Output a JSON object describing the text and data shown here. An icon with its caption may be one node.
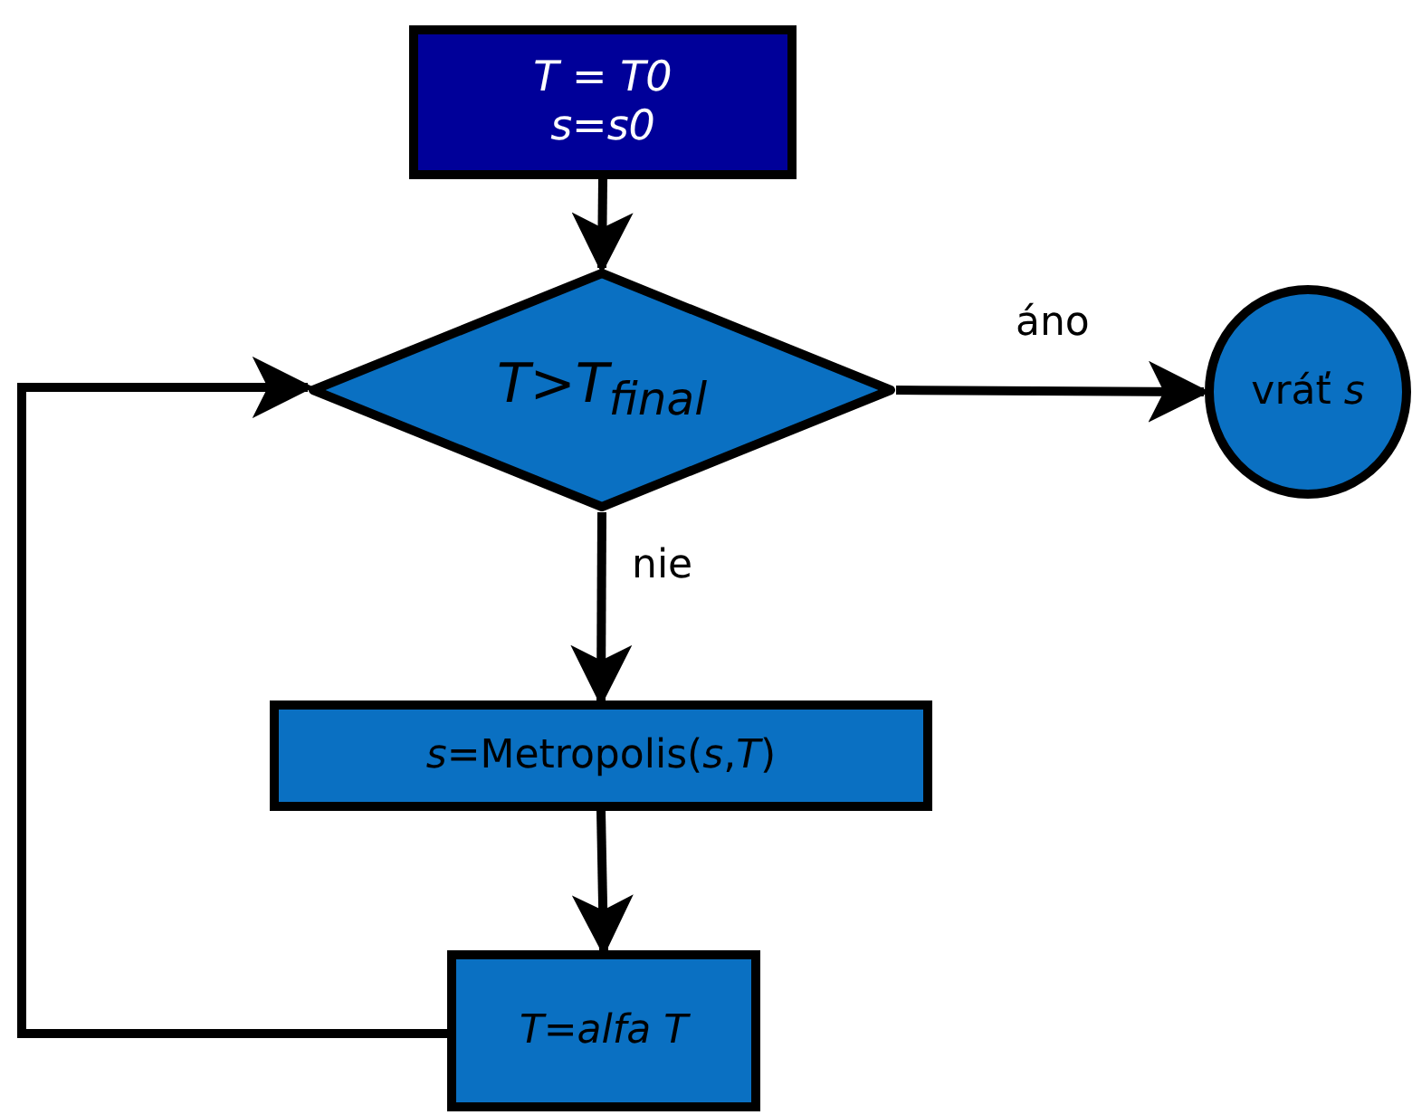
{
  "diagram": {
    "nodes": [
      {
        "text": [
          "T = T0",
          "s=s0"
        ]
      },
      {
        "text": [
          "T>T$_{final}$"
        ]
      },
      {
        "text": [
          "vráť *s*"
        ]
      },
      {
        "text": [
          "*s*=Metropolis(*s*,*T*)"
        ]
      },
      {
        "text": [
          "T=alfa T"
        ]
      }
    ],
    "edges": [
      {
        "from": 0,
        "to": 1,
        "arrow": "to"
      },
      {
        "from": 1,
        "to": 2,
        "arrow": "to",
        "label": "áno"
      },
      {
        "from": 1,
        "to": 3,
        "arrow": "to",
        "label": "nie"
      },
      {
        "from": 3,
        "to": 4,
        "arrow": "to"
      },
      {
        "from": 4,
        "to": 1,
        "arrow": "to"
      }
    ]
  }
}
